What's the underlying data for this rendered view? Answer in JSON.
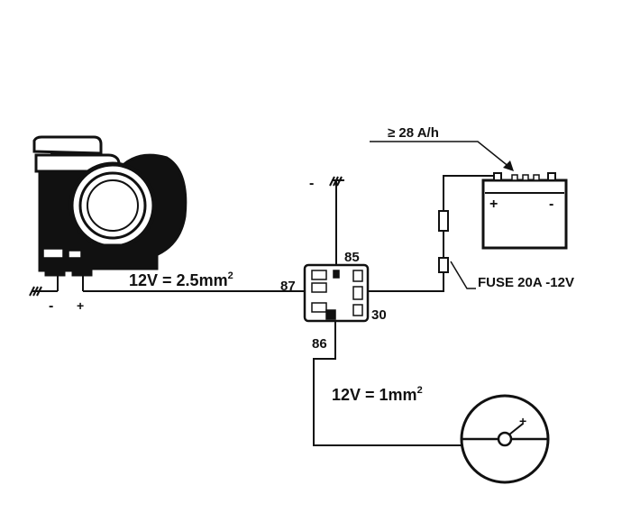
{
  "labels": {
    "horn_wire": "12V = 2.5mm",
    "horn_wire_sup": "2",
    "button_wire": "12V = 1mm",
    "button_wire_sup": "2",
    "battery_capacity": "≥ 28 A/h",
    "fuse": "FUSE 20A -12V",
    "pin_85": "85",
    "pin_87": "87",
    "pin_30": "30",
    "pin_86": "86",
    "horn_minus": "-",
    "horn_plus": "+",
    "relay_minus": "-",
    "battery_plus": "+",
    "battery_minus": "-",
    "button_plus": "+"
  },
  "colors": {
    "line": "#111111",
    "background": "#ffffff"
  }
}
